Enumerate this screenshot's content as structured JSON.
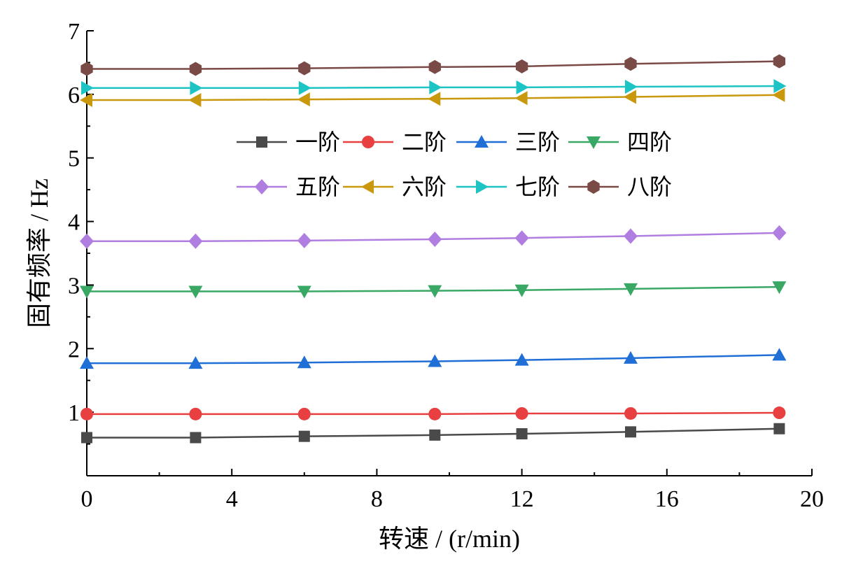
{
  "chart_data": {
    "type": "line",
    "title": "",
    "xlabel": "转速 / (r/min)",
    "ylabel": "固有频率 / Hz",
    "xlim": [
      0,
      20
    ],
    "ylim": [
      0,
      7
    ],
    "xticks": [
      0,
      4,
      8,
      12,
      16,
      20
    ],
    "yticks": [
      1,
      2,
      3,
      4,
      5,
      6,
      7
    ],
    "grid": false,
    "legend_position": "top-center",
    "x": [
      0,
      3,
      6,
      9.6,
      12,
      15,
      19.1
    ],
    "series": [
      {
        "name": "一阶",
        "color": "#4a4a4a",
        "marker": "square",
        "values": [
          0.6,
          0.6,
          0.62,
          0.64,
          0.66,
          0.69,
          0.74
        ]
      },
      {
        "name": "二阶",
        "color": "#e84040",
        "marker": "circle",
        "values": [
          0.97,
          0.97,
          0.97,
          0.97,
          0.98,
          0.98,
          0.99
        ]
      },
      {
        "name": "三阶",
        "color": "#1f6fd6",
        "marker": "triangle-up",
        "values": [
          1.77,
          1.77,
          1.78,
          1.8,
          1.82,
          1.85,
          1.9
        ]
      },
      {
        "name": "四阶",
        "color": "#3aa865",
        "marker": "triangle-down",
        "values": [
          2.9,
          2.9,
          2.9,
          2.91,
          2.92,
          2.94,
          2.97
        ]
      },
      {
        "name": "五阶",
        "color": "#b07ee0",
        "marker": "diamond",
        "values": [
          3.69,
          3.69,
          3.7,
          3.72,
          3.74,
          3.77,
          3.82
        ]
      },
      {
        "name": "六阶",
        "color": "#c9980d",
        "marker": "triangle-left",
        "values": [
          5.91,
          5.91,
          5.92,
          5.93,
          5.94,
          5.96,
          5.99
        ]
      },
      {
        "name": "七阶",
        "color": "#1ec4c4",
        "marker": "triangle-right",
        "values": [
          6.1,
          6.1,
          6.1,
          6.11,
          6.11,
          6.12,
          6.13
        ]
      },
      {
        "name": "八阶",
        "color": "#7a4a47",
        "marker": "hexagon",
        "values": [
          6.4,
          6.4,
          6.41,
          6.43,
          6.44,
          6.48,
          6.52
        ]
      }
    ]
  }
}
